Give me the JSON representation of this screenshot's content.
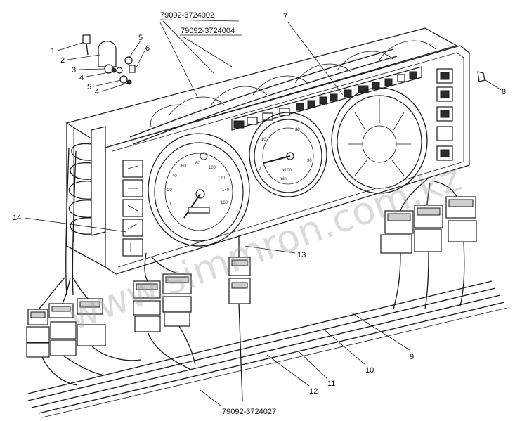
{
  "part_numbers": {
    "top_main": "79092-3724002",
    "top_sub": "79092-3724004",
    "bottom": "79092-3724027"
  },
  "callouts": [
    "1",
    "2",
    "3",
    "4",
    "5",
    "6",
    "5",
    "4",
    "7",
    "8",
    "9",
    "10",
    "11",
    "12",
    "13",
    "14"
  ],
  "gauges": {
    "speedometer_ticks": [
      "0",
      "20",
      "40",
      "60",
      "80",
      "100",
      "120",
      "140",
      "160"
    ],
    "tach_ticks": [
      "0",
      "10",
      "20",
      "30"
    ],
    "tach_unit": "x100",
    "tach_sub": "min"
  },
  "watermark": "www.simmron.com.kz",
  "colors": {
    "line": "#1a1a1a",
    "background": "#ffffff"
  }
}
